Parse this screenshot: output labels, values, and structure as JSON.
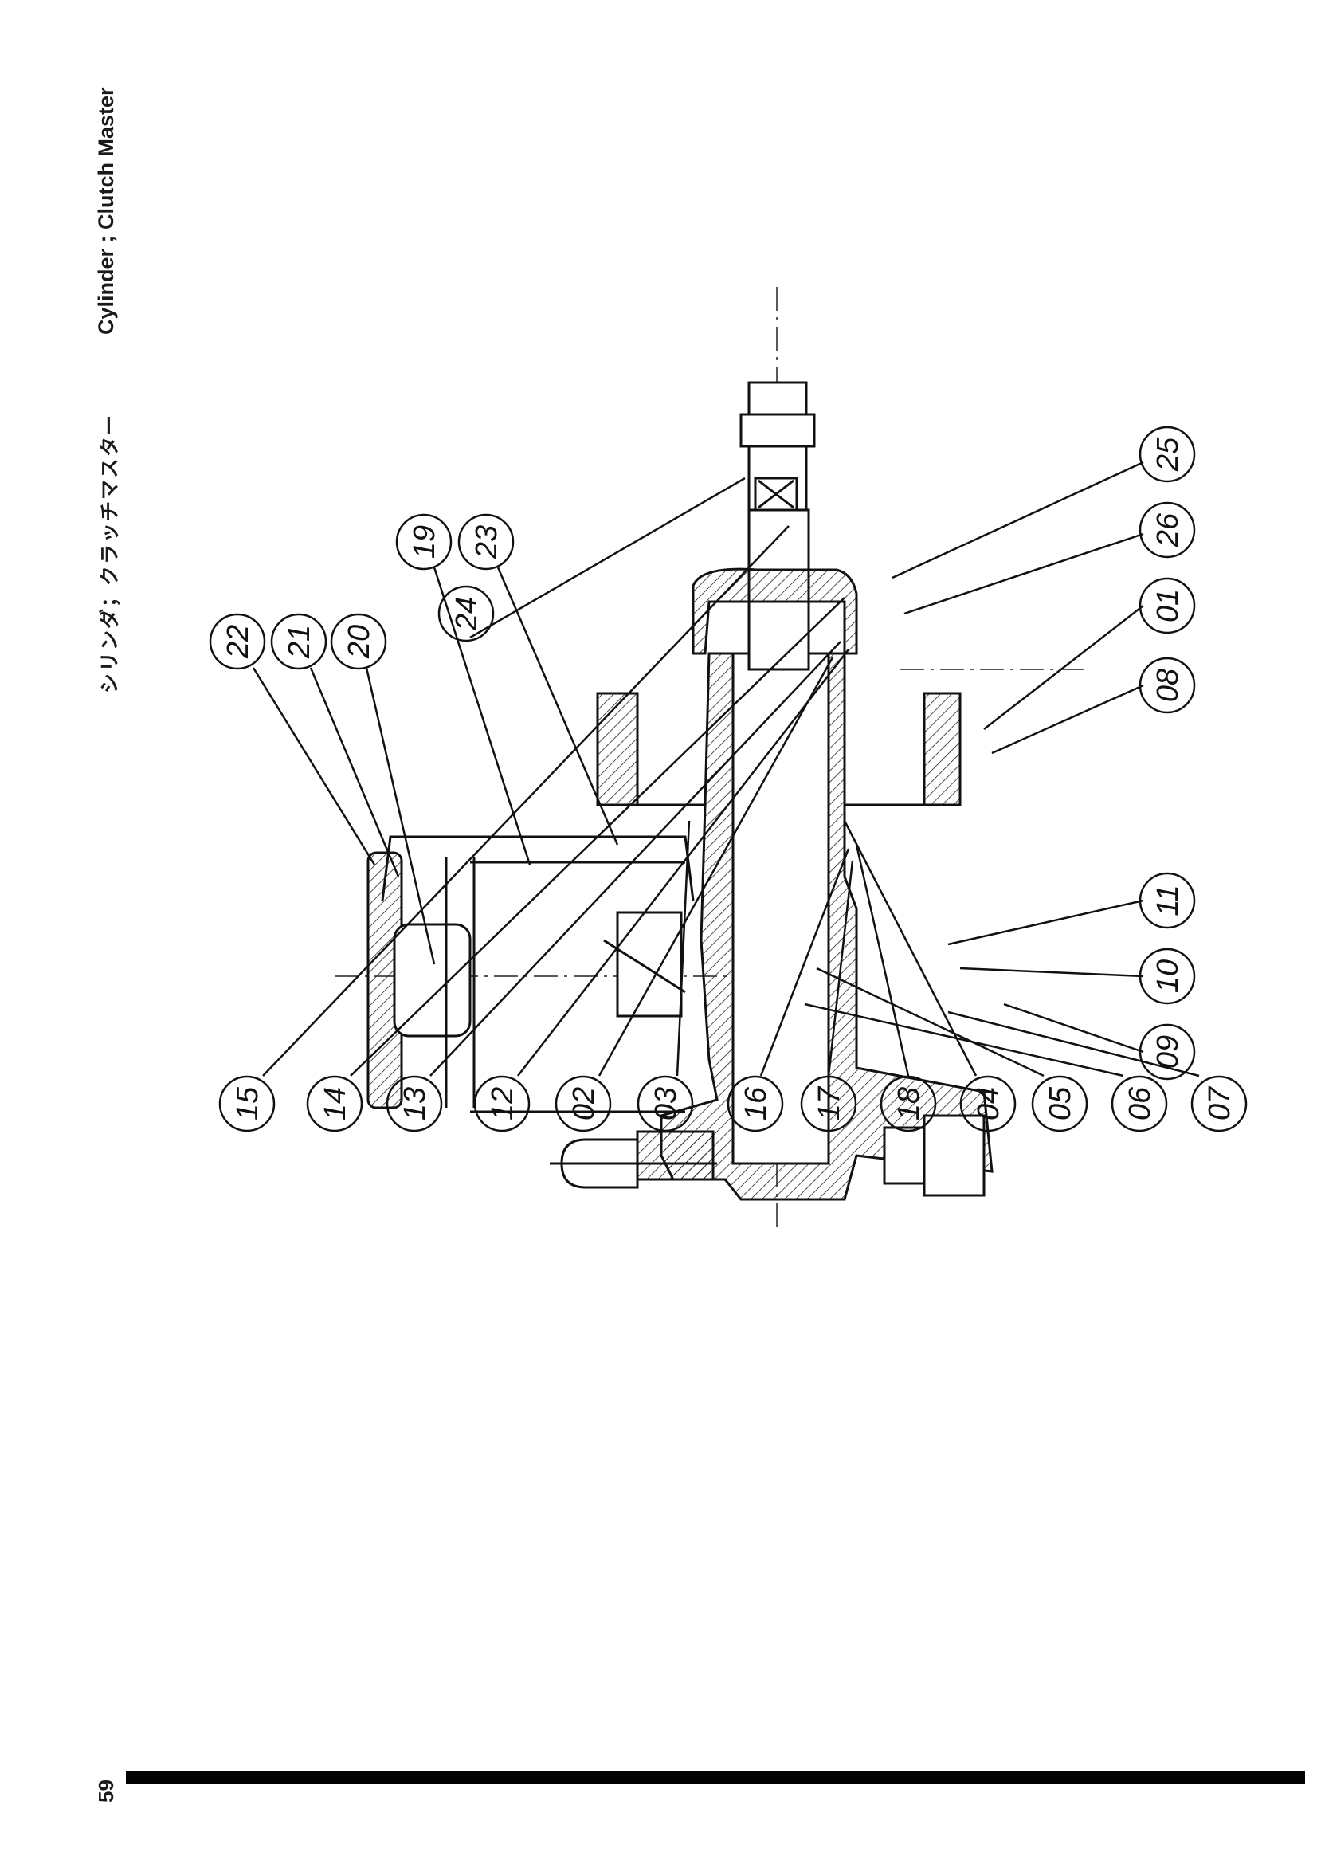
{
  "header": {
    "title_jp": "シリンダ；クラッチマスター",
    "title_en": "Cylinder ; Clutch Master"
  },
  "footer": {
    "page_number": "59"
  },
  "callouts": [
    {
      "id": "c01",
      "label": "01"
    },
    {
      "id": "c02",
      "label": "02"
    },
    {
      "id": "c03",
      "label": "03"
    },
    {
      "id": "c04",
      "label": "04"
    },
    {
      "id": "c05",
      "label": "05"
    },
    {
      "id": "c06",
      "label": "06"
    },
    {
      "id": "c07",
      "label": "07"
    },
    {
      "id": "c08",
      "label": "08"
    },
    {
      "id": "c09",
      "label": "09"
    },
    {
      "id": "c10",
      "label": "10"
    },
    {
      "id": "c11",
      "label": "11"
    },
    {
      "id": "c12",
      "label": "12"
    },
    {
      "id": "c13",
      "label": "13"
    },
    {
      "id": "c14",
      "label": "14"
    },
    {
      "id": "c15",
      "label": "15"
    },
    {
      "id": "c16",
      "label": "16"
    },
    {
      "id": "c17",
      "label": "17"
    },
    {
      "id": "c18",
      "label": "18"
    },
    {
      "id": "c19",
      "label": "19"
    },
    {
      "id": "c20",
      "label": "20"
    },
    {
      "id": "c21",
      "label": "21"
    },
    {
      "id": "c22",
      "label": "22"
    },
    {
      "id": "c23",
      "label": "23"
    },
    {
      "id": "c24",
      "label": "24"
    },
    {
      "id": "c25",
      "label": "25"
    },
    {
      "id": "c26",
      "label": "26"
    }
  ]
}
